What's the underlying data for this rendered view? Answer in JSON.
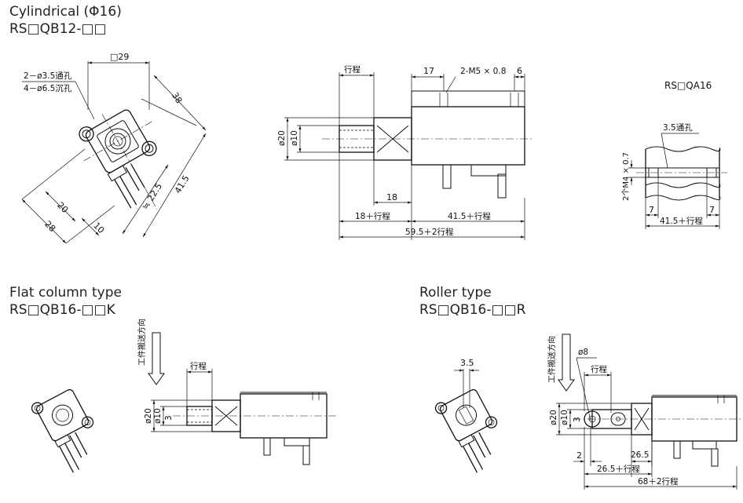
{
  "titles": {
    "cyl_line1": "Cylindrical (Φ16)",
    "cyl_line2": "RS□QB12-□□",
    "flat_line1": "Flat column type",
    "flat_line2": "RS□QB16-□□K",
    "roller_line1": "Roller type",
    "roller_line2": "RS□QB16-□□R",
    "qa_label": "RS□QA16"
  },
  "front_view": {
    "dim_width": "□29",
    "hole_note1": "2－ø3.5通孔",
    "hole_note2": "4－ø6.5沉孔",
    "dim_38": "38",
    "dim_41_5": "41.5",
    "dim_22_5": "≒ 22.5",
    "dim_28": "28",
    "dim_20": "20",
    "dim_10": "10"
  },
  "side_view": {
    "stroke": "行程",
    "dim_17": "17",
    "thread": "2-M5 × 0.8",
    "dim_6": "6",
    "dia_20": "ø20",
    "dia_10": "ø10",
    "dim_18": "18",
    "dim_18_stroke": "18＋行程",
    "dim_41_5_stroke": "41.5＋行程",
    "dim_59_5_stroke": "59.5＋2行程"
  },
  "qa_view": {
    "hole": "3.5通孔",
    "thread": "2个M4 × 0.7",
    "dim_7_left": "7",
    "dim_7_right": "7",
    "dim_total": "41.5＋行程"
  },
  "flat_view": {
    "direction": "工件搬送方向",
    "stroke": "行程",
    "dia_20": "ø20",
    "dia_10": "ø10",
    "dim_3": "3"
  },
  "roller_view": {
    "dim_3_5": "3.5",
    "direction": "工件搬送方向",
    "dia_8": "ø8",
    "stroke": "行程",
    "dia_20": "ø20",
    "dia_10": "ø10",
    "dim_3": "3",
    "dim_2": "2",
    "dim_26_5": "26.5",
    "dim_26_5_stroke": "26.5＋行程",
    "dim_68_stroke": "68＋2行程"
  }
}
